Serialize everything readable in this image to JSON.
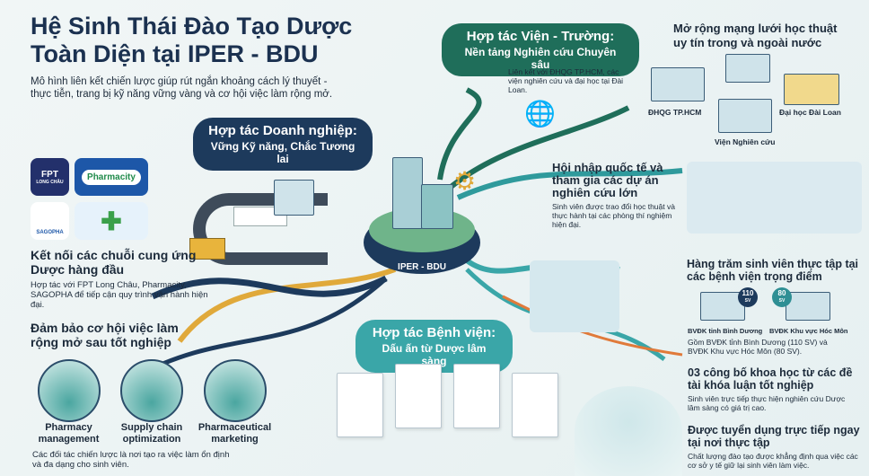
{
  "header": {
    "title_line1": "Hệ Sinh Thái Đào Tạo Dược",
    "title_line2": "Toàn Diện tại IPER - BDU",
    "subtitle_line1": "Mô hình liên kết chiến lược giúp rút ngắn khoảng cách lý thuyết -",
    "subtitle_line2": "thực tiễn, trang bị kỹ năng vững vàng và cơ hội việc làm rộng mở."
  },
  "hub": {
    "label": "IPER - BDU"
  },
  "business": {
    "bubble_title": "Hợp tác Doanh nghiệp:",
    "bubble_sub": "Vững Kỹ năng, Chắc Tương lai",
    "logos": {
      "fpt": "FPT",
      "fpt_sub": "LONG CHÂU",
      "pharmacity": "Pharmacity",
      "sagopha": "SAGOPHA"
    },
    "supply_title": "Kết nối các chuỗi cung ứng Dược hàng đầu",
    "supply_text": "Hợp tác với FPT Long Châu, Pharmacity, SAGOPHA để tiếp cận quy trình vận hành hiện đại.",
    "jobs_title": "Đảm bảo cơ hội việc làm rộng mở sau tốt nghiệp",
    "roles": [
      "Pharmacy management",
      "Supply chain optimization",
      "Pharmaceutical marketing"
    ],
    "jobs_text": "Các đối tác chiến lược là nơi tạo ra việc làm ổn định và đa dạng cho sinh viên."
  },
  "institute": {
    "bubble_title": "Hợp tác Viện - Trường:",
    "bubble_sub": "Nền tảng Nghiên cứu Chuyên sâu",
    "link_text": "Liên kết với ĐHQG TP.HCM, các viện nghiên cứu và đại học tại Đài Loan.",
    "network_title": "Mở rộng mạng lưới học thuật uy tín trong và ngoài nước",
    "network_nodes": [
      "ĐHQG TP.HCM",
      "Đại học Đài Loan",
      "Viện Nghiên cứu"
    ],
    "intl_title": "Hội nhập quốc tế và tham gia các dự án nghiên cứu lớn",
    "intl_text": "Sinh viên được trao đổi học thuật và thực hành tại các phòng thí nghiệm hiện đại."
  },
  "hospital": {
    "bubble_title": "Hợp tác Bệnh viện:",
    "bubble_sub": "Dấu ấn từ Dược lâm sàng",
    "intern_title": "Hàng trăm sinh viên thực tập tại các bệnh viện trọng điểm",
    "hospitals": [
      {
        "name": "BVĐK tỉnh Bình Dương",
        "count": "110",
        "unit": "SV",
        "color": "#1d3a5c"
      },
      {
        "name": "BVĐK Khu vực Hóc Môn",
        "count": "80",
        "unit": "SV",
        "color": "#2f8f94"
      }
    ],
    "intern_text": "Gồm BVĐK tỉnh Bình Dương (110 SV) và BVĐK Khu vực Hóc Môn (80 SV).",
    "pub_title": "03 công bố khoa học từ các đề tài khóa luận tốt nghiệp",
    "pub_text": "Sinh viên trực tiếp thực hiện nghiên cứu Dược lâm sàng có giá trị cao.",
    "hire_title": "Được tuyển dụng trực tiếp ngay tại nơi thực tập",
    "hire_text": "Chất lượng đào tạo được khẳng định qua việc các cơ sở y tế giữ lại sinh viên làm việc."
  }
}
